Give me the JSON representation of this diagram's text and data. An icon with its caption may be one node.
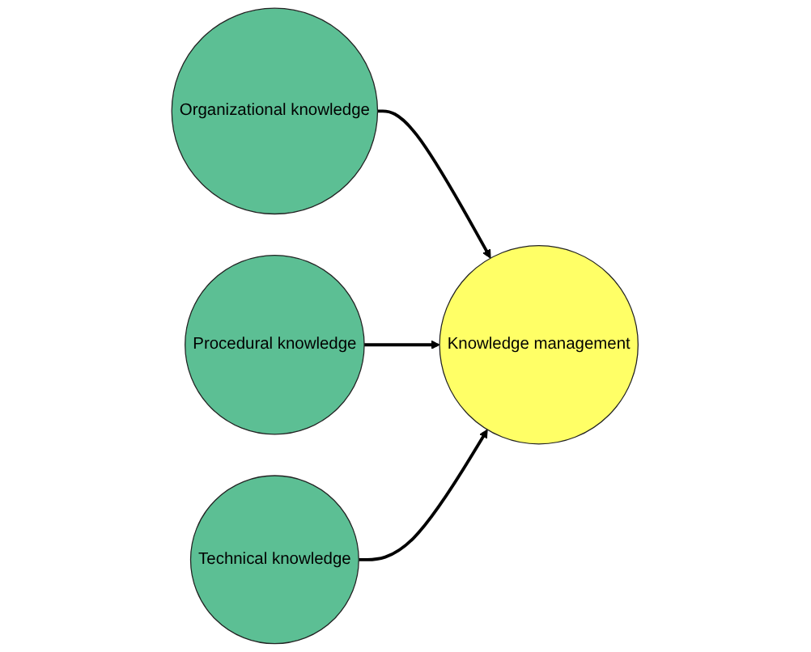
{
  "diagram": {
    "nodes": [
      {
        "text": [
          "Organizational knowledge"
        ]
      },
      {
        "text": [
          "Knowledge management"
        ]
      },
      {
        "text": [
          "Procedural knowledge"
        ]
      },
      {
        "text": [
          "Technical knowledge"
        ]
      }
    ],
    "edges": [
      {
        "from": 0,
        "to": 1,
        "arrow": "to"
      },
      {
        "from": 2,
        "to": 1,
        "arrow": "to"
      },
      {
        "from": 3,
        "to": 1,
        "arrow": "to"
      }
    ]
  }
}
